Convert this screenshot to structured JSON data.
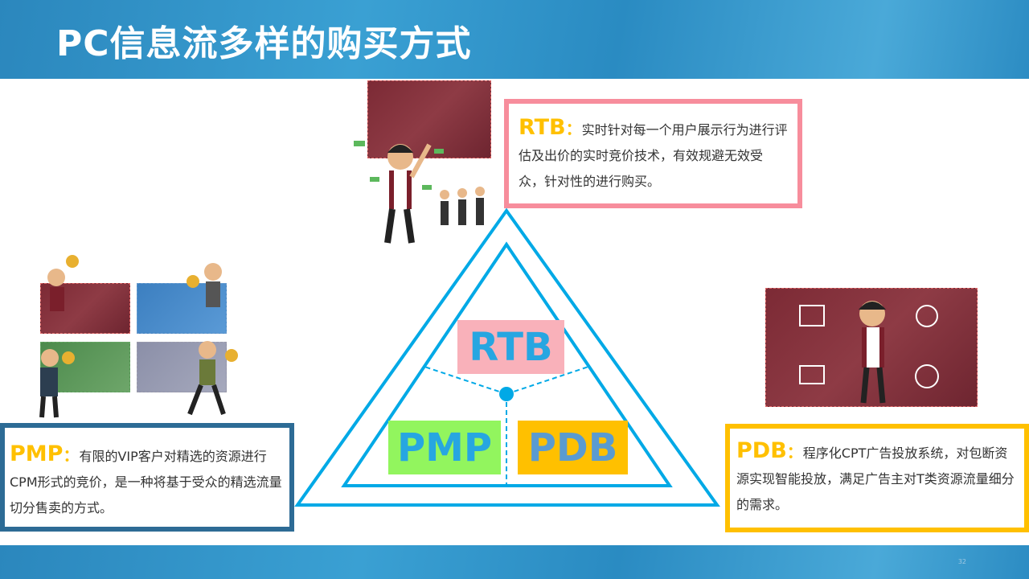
{
  "header": {
    "title": "PC信息流多样的购买方式"
  },
  "diagram": {
    "labels": {
      "rtb": "RTB",
      "pmp": "PMP",
      "pdb": "PDB"
    },
    "colors": {
      "triangle": "#00a9e6",
      "rtb_bg": "#f9b1ba",
      "pmp_bg": "#92f55e",
      "pdb_bg": "#ffc000"
    }
  },
  "rtb": {
    "key": "RTB",
    "colon": "：",
    "text": "实时针对每一个用户展示行为进行评估及出价的实时竞价技术，有效规避无效受众，针对性的进行购买。"
  },
  "pmp": {
    "key": "PMP",
    "colon": "：",
    "text": "有限的VIP客户对精选的资源进行CPM形式的竞价，是一种将基于受众的精选流量切分售卖的方式。"
  },
  "pdb": {
    "key": "PDB",
    "colon": "：",
    "text": "程序化CPT广告投放系统，对包断资源实现智能投放，满足广告主对T类资源流量细分的需求。"
  },
  "footer": {
    "page": "32"
  }
}
